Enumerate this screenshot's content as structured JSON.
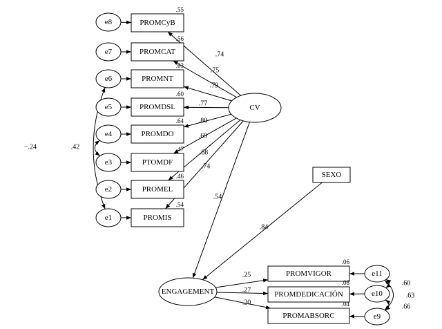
{
  "observed": [
    {
      "id": "PROMCyB",
      "label": "PROMCyB",
      "r2": ".55"
    },
    {
      "id": "PROMCAT",
      "label": "PROMCAT",
      "r2": ".56"
    },
    {
      "id": "PROMNT",
      "label": "PROMNT",
      "r2": ".63"
    },
    {
      "id": "PROMDSL",
      "label": "PROMDSL",
      "r2": ".60"
    },
    {
      "id": "PROMDO",
      "label": "PROMDO",
      "r2": ".64"
    },
    {
      "id": "PTOMDF",
      "label": "PTOMDF",
      "r2": ".47"
    },
    {
      "id": "PROMEL",
      "label": "PROMEL",
      "r2": ".46"
    },
    {
      "id": "PROMIS",
      "label": "PROMIS",
      "r2": ".54"
    },
    {
      "id": "PROMVIGOR",
      "label": "PROMVIGOR",
      "r2": ".06"
    },
    {
      "id": "PROMDEDICACION",
      "label": "PROMDEDICACIÓN",
      "r2": ".08"
    },
    {
      "id": "PROMABSORC",
      "label": "PROMABSORC",
      "r2": ".04"
    },
    {
      "id": "SEXO",
      "label": "SEXO",
      "r2": ""
    }
  ],
  "latent": [
    {
      "id": "CV",
      "label": "CV"
    },
    {
      "id": "ENGAGEMENT",
      "label": "ENGAGEMENT"
    }
  ],
  "errors": [
    {
      "id": "e8",
      "label": "e8",
      "target": "PROMCyB"
    },
    {
      "id": "e7",
      "label": "e7",
      "target": "PROMCAT"
    },
    {
      "id": "e6",
      "label": "e6",
      "target": "PROMNT"
    },
    {
      "id": "e5",
      "label": "e5",
      "target": "PROMDSL"
    },
    {
      "id": "e4",
      "label": "e4",
      "target": "PROMDO"
    },
    {
      "id": "e3",
      "label": "e3",
      "target": "PTOMDF"
    },
    {
      "id": "e2",
      "label": "e2",
      "target": "PROMEL"
    },
    {
      "id": "e1",
      "label": "e1",
      "target": "PROMIS"
    },
    {
      "id": "e11",
      "label": "e11",
      "target": "PROMVIGOR"
    },
    {
      "id": "e10",
      "label": "e10",
      "target": "PROMDEDICACION"
    },
    {
      "id": "e9",
      "label": "e9",
      "target": "PROMABSORC"
    }
  ],
  "paths": [
    {
      "from": "CV",
      "to": "PROMCyB",
      "coef": ".74"
    },
    {
      "from": "CV",
      "to": "PROMCAT",
      "coef": ".75"
    },
    {
      "from": "CV",
      "to": "PROMNT",
      "coef": ".79"
    },
    {
      "from": "CV",
      "to": "PROMDSL",
      "coef": ".77"
    },
    {
      "from": "CV",
      "to": "PROMDO",
      "coef": ".80"
    },
    {
      "from": "CV",
      "to": "PTOMDF",
      "coef": ".69"
    },
    {
      "from": "CV",
      "to": "PROMEL",
      "coef": ".68"
    },
    {
      "from": "CV",
      "to": "PROMIS",
      "coef": ".74"
    },
    {
      "from": "CV",
      "to": "ENGAGEMENT",
      "coef": ".54"
    },
    {
      "from": "SEXO",
      "to": "ENGAGEMENT",
      "coef": ".84"
    },
    {
      "from": "ENGAGEMENT",
      "to": "PROMVIGOR",
      "coef": ".25"
    },
    {
      "from": "ENGAGEMENT",
      "to": "PROMDEDICACION",
      "coef": ".27"
    },
    {
      "from": "ENGAGEMENT",
      "to": "PROMABSORC",
      "coef": ".20"
    }
  ],
  "covariances": [
    {
      "a": "e6",
      "b": "e1",
      "coef": "−.24"
    },
    {
      "a": "e4",
      "b": "e3",
      "coef": ".42"
    },
    {
      "a": "e11",
      "b": "e10",
      "coef": ".60"
    },
    {
      "a": "e11",
      "b": "e9",
      "coef": ".63"
    },
    {
      "a": "e10",
      "b": "e9",
      "coef": ".66"
    }
  ]
}
